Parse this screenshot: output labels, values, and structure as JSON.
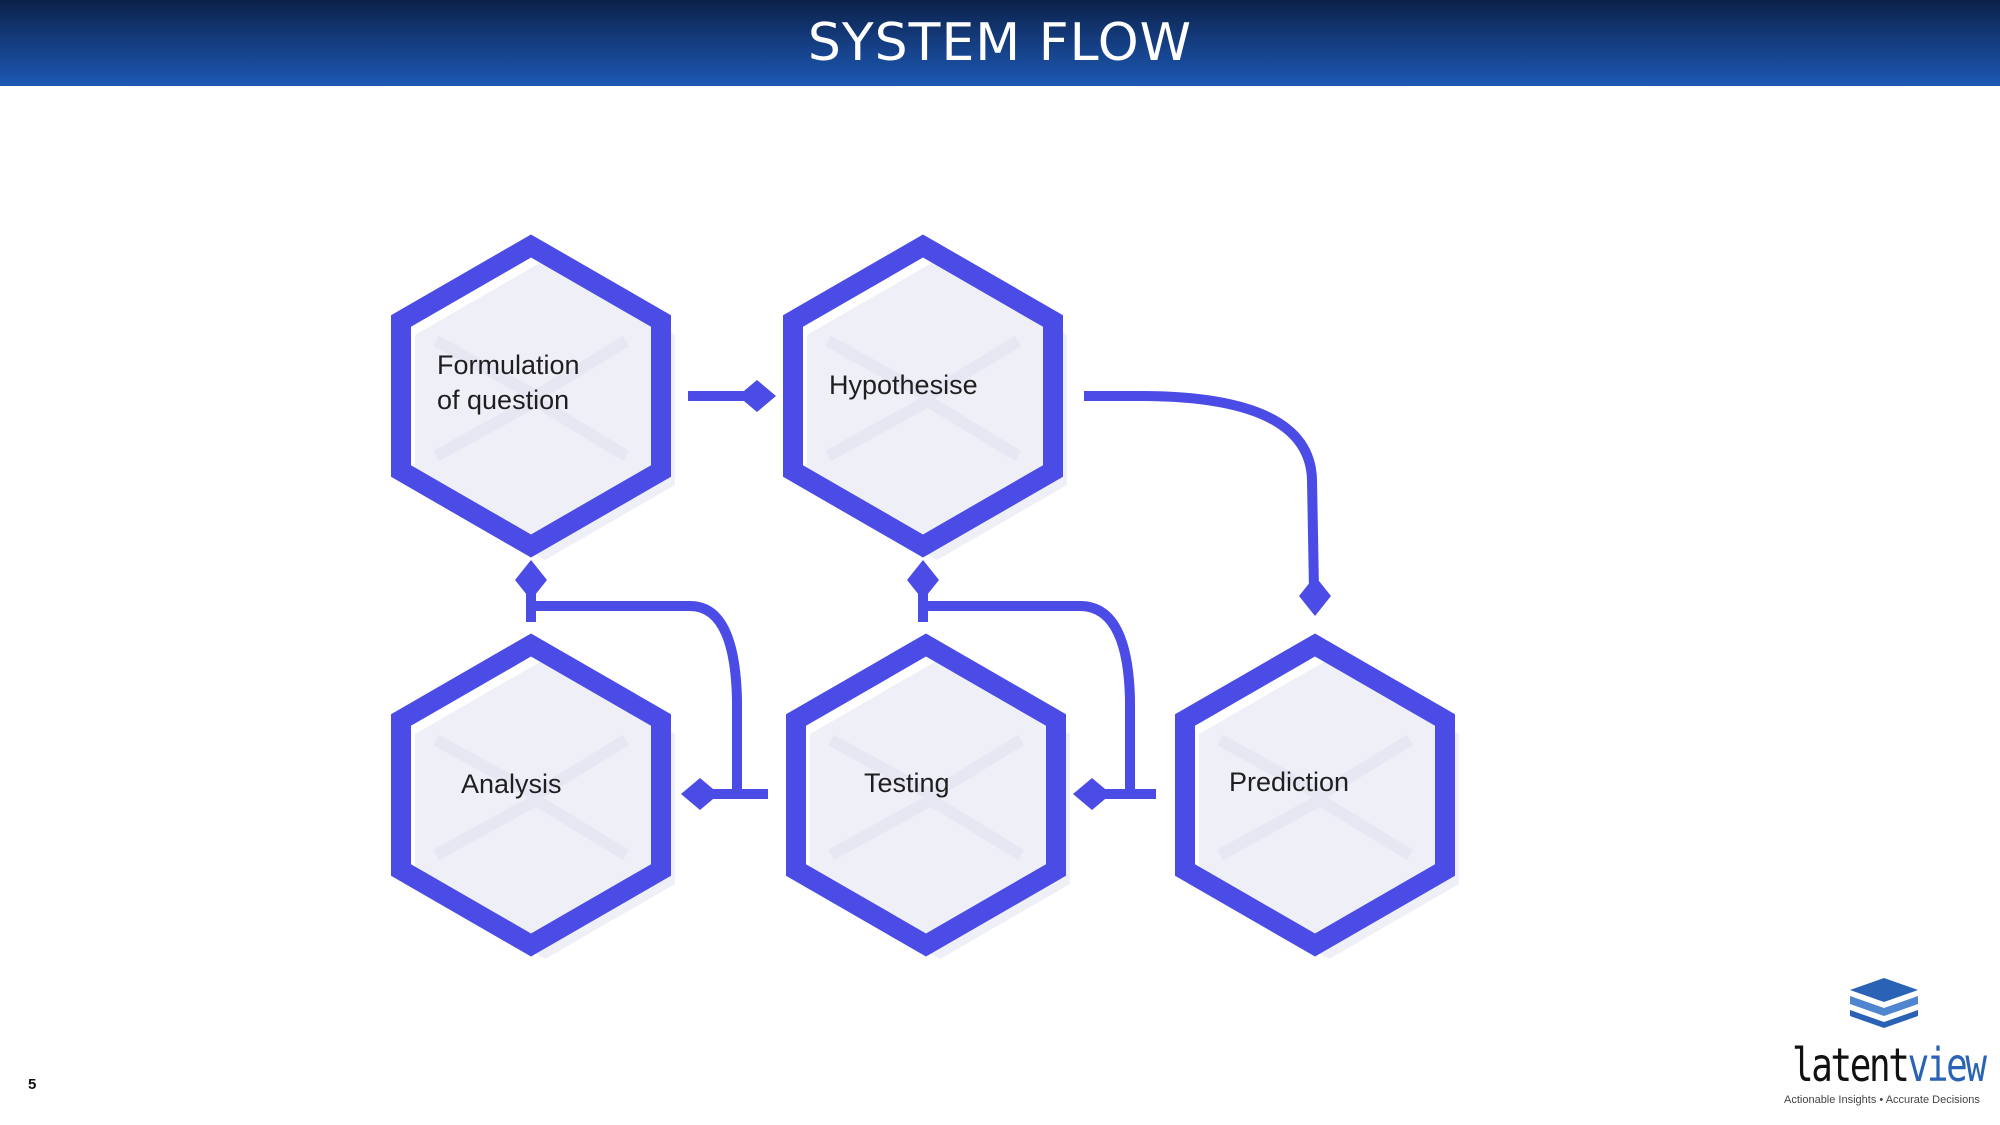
{
  "header": {
    "title": "SYSTEM FLOW"
  },
  "diagram": {
    "nodes": [
      {
        "id": "formulation",
        "lines": [
          "Formulation",
          "of question"
        ]
      },
      {
        "id": "hypothesise",
        "lines": [
          "Hypothesise"
        ]
      },
      {
        "id": "analysis",
        "lines": [
          "Analysis"
        ]
      },
      {
        "id": "testing",
        "lines": [
          "Testing"
        ]
      },
      {
        "id": "prediction",
        "lines": [
          "Prediction"
        ]
      }
    ],
    "edges": [
      {
        "from": "formulation",
        "to": "hypothesise"
      },
      {
        "from": "hypothesise",
        "to": "prediction"
      },
      {
        "from": "prediction",
        "to": "testing"
      },
      {
        "from": "testing",
        "to": "hypothesise"
      },
      {
        "from": "testing",
        "to": "analysis"
      },
      {
        "from": "analysis",
        "to": "formulation"
      }
    ],
    "colors": {
      "stroke": "#4b4be6",
      "shadow": "#efeff8",
      "text": "#1f1f1f"
    }
  },
  "footer": {
    "page_number": "5"
  },
  "logo": {
    "word_part1": "latent",
    "word_part2": "view",
    "tagline": "Actionable Insights • Accurate Decisions",
    "colors": {
      "primary": "#2a63b5",
      "dark": "#111111"
    }
  }
}
